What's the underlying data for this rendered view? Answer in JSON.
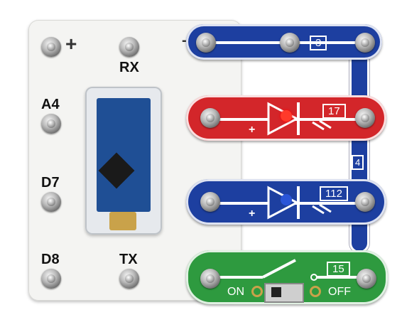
{
  "board": {
    "labels": {
      "plus": "+",
      "rx": "RX",
      "a4": "A4",
      "d7": "D7",
      "d8": "D8",
      "tx": "TX",
      "minus": "-"
    }
  },
  "pieces": {
    "wire_top": {
      "number": "3",
      "color": "#1d3fa0"
    },
    "wire_right": {
      "number": "4",
      "color": "#1d3fa0"
    },
    "red_led": {
      "number": "17",
      "plus": "+",
      "color": "#d3262a"
    },
    "blue_led": {
      "number": "112",
      "plus": "+",
      "color": "#1d3fa0"
    },
    "switch": {
      "number": "15",
      "on_label": "ON",
      "off_label": "OFF",
      "color": "#2e9a3f"
    }
  }
}
